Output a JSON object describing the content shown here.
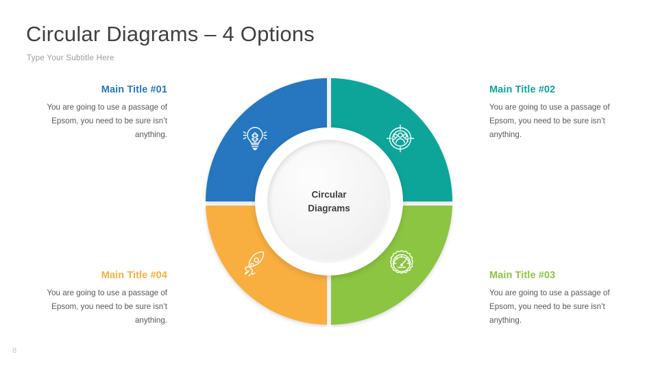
{
  "header": {
    "title": "Circular Diagrams – 4 Options",
    "subtitle": "Type Your Subtitle Here"
  },
  "center": {
    "line1": "Circular",
    "line2": "Diagrams"
  },
  "footer": {
    "page_number": "8"
  },
  "colors": {
    "blue": "#2577BF",
    "teal": "#0DA59A",
    "green": "#8CC543",
    "orange": "#F9AE41",
    "title_text": "#404040",
    "body_text": "#575757",
    "subtitle_text": "#9a9a9a"
  },
  "chart_data": {
    "type": "pie",
    "title": "Circular Diagrams – 4 Options",
    "subtitle": "Type Your Subtitle Here",
    "center_label": "Circular Diagrams",
    "legend": "none",
    "categories": [
      "Main Title #01",
      "Main Title #02",
      "Main Title #03",
      "Main Title #04"
    ],
    "values": [
      25,
      25,
      25,
      25
    ],
    "colors": [
      "#2577BF",
      "#0DA59A",
      "#8CC543",
      "#F9AE41"
    ],
    "inner_radius_ratio": 0.6,
    "segments": [
      {
        "index": 1,
        "label": "Main Title #01",
        "value": 25,
        "color": "#2577BF",
        "quadrant": "top-left",
        "start_angle": 270,
        "end_angle": 360,
        "icon": "lightbulb-puzzle-icon",
        "side": "left",
        "body": "You are going to use a passage of Epsom, you need to be sure isn’t anything."
      },
      {
        "index": 2,
        "label": "Main Title #02",
        "value": 25,
        "color": "#0DA59A",
        "quadrant": "top-right",
        "start_angle": 0,
        "end_angle": 90,
        "icon": "team-target-icon",
        "side": "right",
        "body": "You are going to use a passage of Epsom, you need to be sure isn’t anything."
      },
      {
        "index": 3,
        "label": "Main Title #03",
        "value": 25,
        "color": "#8CC543",
        "quadrant": "bottom-right",
        "start_angle": 90,
        "end_angle": 180,
        "icon": "gear-speedometer-icon",
        "side": "right",
        "body": "You are going to use a passage of Epsom, you need to be sure isn’t anything."
      },
      {
        "index": 4,
        "label": "Main Title #04",
        "value": 25,
        "color": "#F9AE41",
        "quadrant": "bottom-left",
        "start_angle": 180,
        "end_angle": 270,
        "icon": "rocket-icon",
        "side": "left",
        "body": "You are going to use a passage of Epsom, you need to be sure isn’t anything."
      }
    ]
  }
}
